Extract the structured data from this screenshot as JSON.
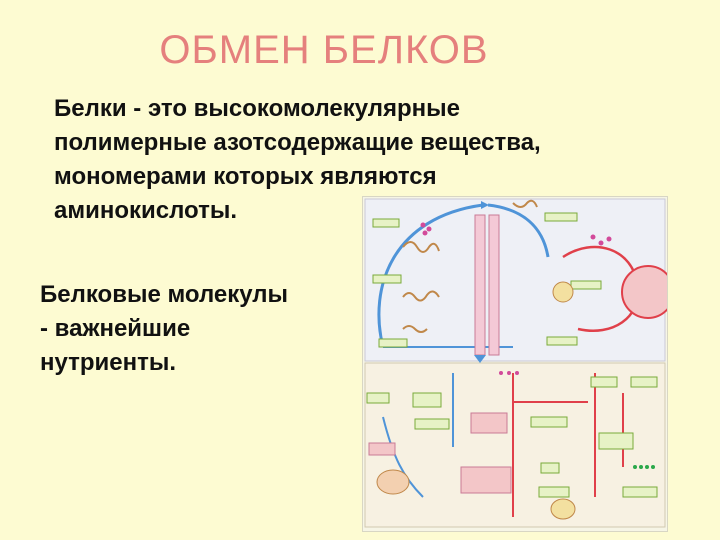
{
  "slide": {
    "title": "ОБМЕН БЕЛКОВ",
    "definition": "Белки - это высокомолекулярные\n  полимерные азотсодержащие вещества,\n  мономерами которых являются\n  аминокислоты.",
    "nutrients": "Белковые молекулы\n- важнейшие\nнутриенты."
  },
  "figure": {
    "colors": {
      "panel_top": "#eef0f6",
      "panel_bottom": "#f7f1e2",
      "blue_arrow": "#4f94d8",
      "red_arrow": "#e0404a",
      "magenta_blob": "#d24a9a",
      "box_fill": "#e7f2c6",
      "box_border": "#7aaa3a",
      "pink_box": "#f3c6c8"
    }
  }
}
